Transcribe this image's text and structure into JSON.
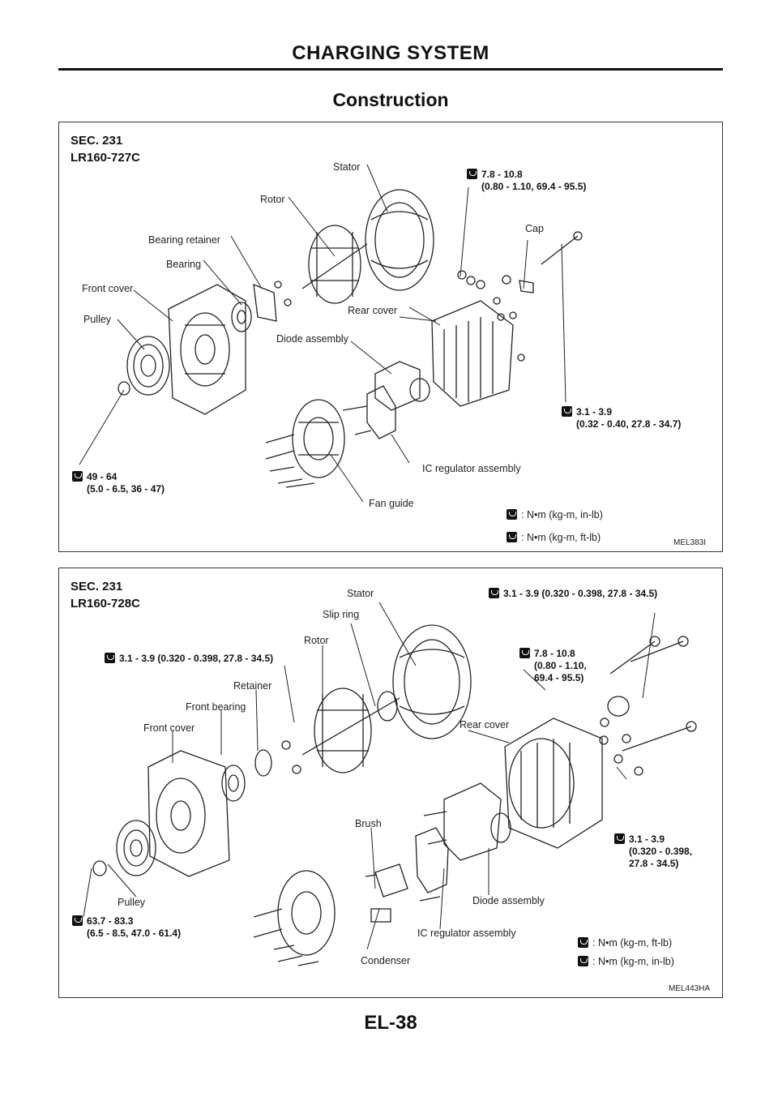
{
  "header": {
    "title": "CHARGING SYSTEM"
  },
  "section_title": "Construction",
  "diagram1": {
    "sec": "SEC. 231",
    "model": "LR160-727C",
    "ref": "MEL383I",
    "labels": {
      "stator": "Stator",
      "rotor": "Rotor",
      "bearing_retainer": "Bearing retainer",
      "bearing": "Bearing",
      "front_cover": "Front cover",
      "pulley": "Pulley",
      "cap": "Cap",
      "rear_cover": "Rear cover",
      "diode_assembly": "Diode assembly",
      "ic_regulator": "IC regulator assembly",
      "fan_guide": "Fan guide"
    },
    "torques": {
      "t1_line1": "7.8 - 10.8",
      "t1_line2": "(0.80 - 1.10, 69.4 - 95.5)",
      "t2_line1": "3.1 - 3.9",
      "t2_line2": "(0.32 - 0.40, 27.8 - 34.7)",
      "t3_line1": "49 - 64",
      "t3_line2": "(5.0 - 6.5, 36 - 47)"
    },
    "legend": {
      "in_lb": ": N•m (kg-m, in-lb)",
      "ft_lb": ": N•m (kg-m, ft-lb)"
    }
  },
  "diagram2": {
    "sec": "SEC. 231",
    "model": "LR160-728C",
    "ref": "MEL443HA",
    "labels": {
      "stator": "Stator",
      "slip_ring": "Slip ring",
      "rotor": "Rotor",
      "retainer": "Retainer",
      "front_bearing": "Front bearing",
      "front_cover": "Front cover",
      "rear_cover": "Rear cover",
      "brush": "Brush",
      "pulley": "Pulley",
      "diode_assembly": "Diode assembly",
      "ic_regulator": "IC regulator assembly",
      "condenser": "Condenser"
    },
    "torques": {
      "t1": "3.1 - 3.9 (0.320 - 0.398, 27.8 - 34.5)",
      "t2": "3.1 - 3.9 (0.320 - 0.398, 27.8 - 34.5)",
      "t3_line1": "7.8 - 10.8",
      "t3_line2": "(0.80 - 1.10,",
      "t3_line3": "69.4 - 95.5)",
      "t4_line1": "3.1 - 3.9",
      "t4_line2": "(0.320 - 0.398,",
      "t4_line3": "27.8 - 34.5)",
      "t5_line1": "63.7 - 83.3",
      "t5_line2": "(6.5 - 8.5, 47.0 - 61.4)"
    },
    "legend": {
      "ft_lb": ": N•m (kg-m, ft-lb)",
      "in_lb": ": N•m (kg-m, in-lb)"
    }
  },
  "footer": {
    "page": "EL-38"
  }
}
